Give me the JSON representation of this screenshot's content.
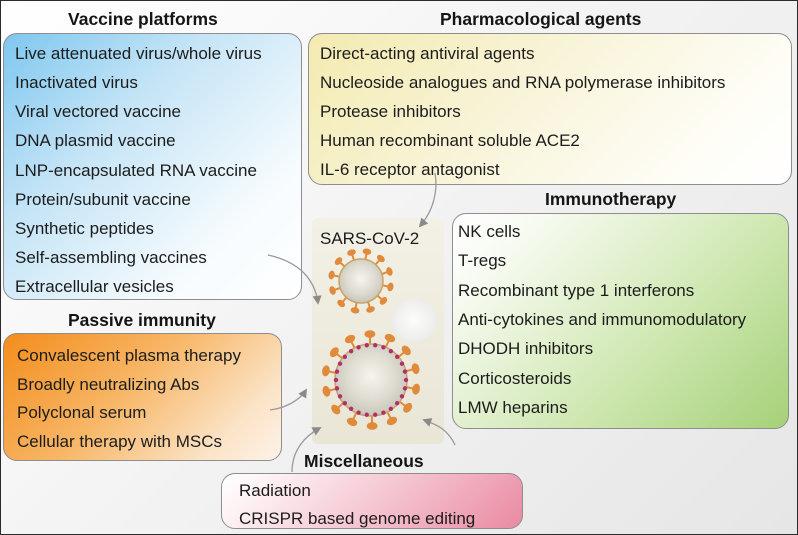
{
  "vaccine_platforms": {
    "title": "Vaccine platforms",
    "items": [
      "Live attenuated virus/whole virus",
      "Inactivated virus",
      "Viral vectored vaccine",
      "DNA plasmid vaccine",
      "LNP-encapsulated RNA vaccine",
      "Protein/subunit vaccine",
      "Synthetic peptides",
      "Self-assembling vaccines",
      "Extracellular vesicles"
    ]
  },
  "pharmacological_agents": {
    "title": "Pharmacological agents",
    "items": [
      "Direct-acting antiviral agents",
      "Nucleoside analogues and RNA polymerase inhibitors",
      "Protease inhibitors",
      "Human recombinant soluble ACE2",
      "IL-6 receptor antagonist"
    ]
  },
  "immunotherapy": {
    "title": "Immunotherapy",
    "items": [
      "NK cells",
      "T-regs",
      "Recombinant type 1 interferons",
      "Anti-cytokines and immunomodulatory",
      "DHODH inhibitors",
      "Corticosteroids",
      "LMW heparins"
    ]
  },
  "passive_immunity": {
    "title": "Passive immunity",
    "items": [
      "Convalescent plasma therapy",
      "Broadly neutralizing Abs",
      "Polyclonal serum",
      "Cellular therapy with MSCs"
    ]
  },
  "miscellaneous": {
    "title": "Miscellaneous",
    "items": [
      "Radiation",
      "CRISPR based genome editing"
    ]
  },
  "center": {
    "label": "SARS-CoV-2"
  },
  "colors": {
    "vaccine": "#7ec7ef",
    "pharma": "#f3ebb0",
    "immuno": "#a5d178",
    "passive": "#f38d1c",
    "misc": "#e98aa1",
    "virus_spike": "#e08a3c",
    "virus_membrane": "#b0306a"
  }
}
